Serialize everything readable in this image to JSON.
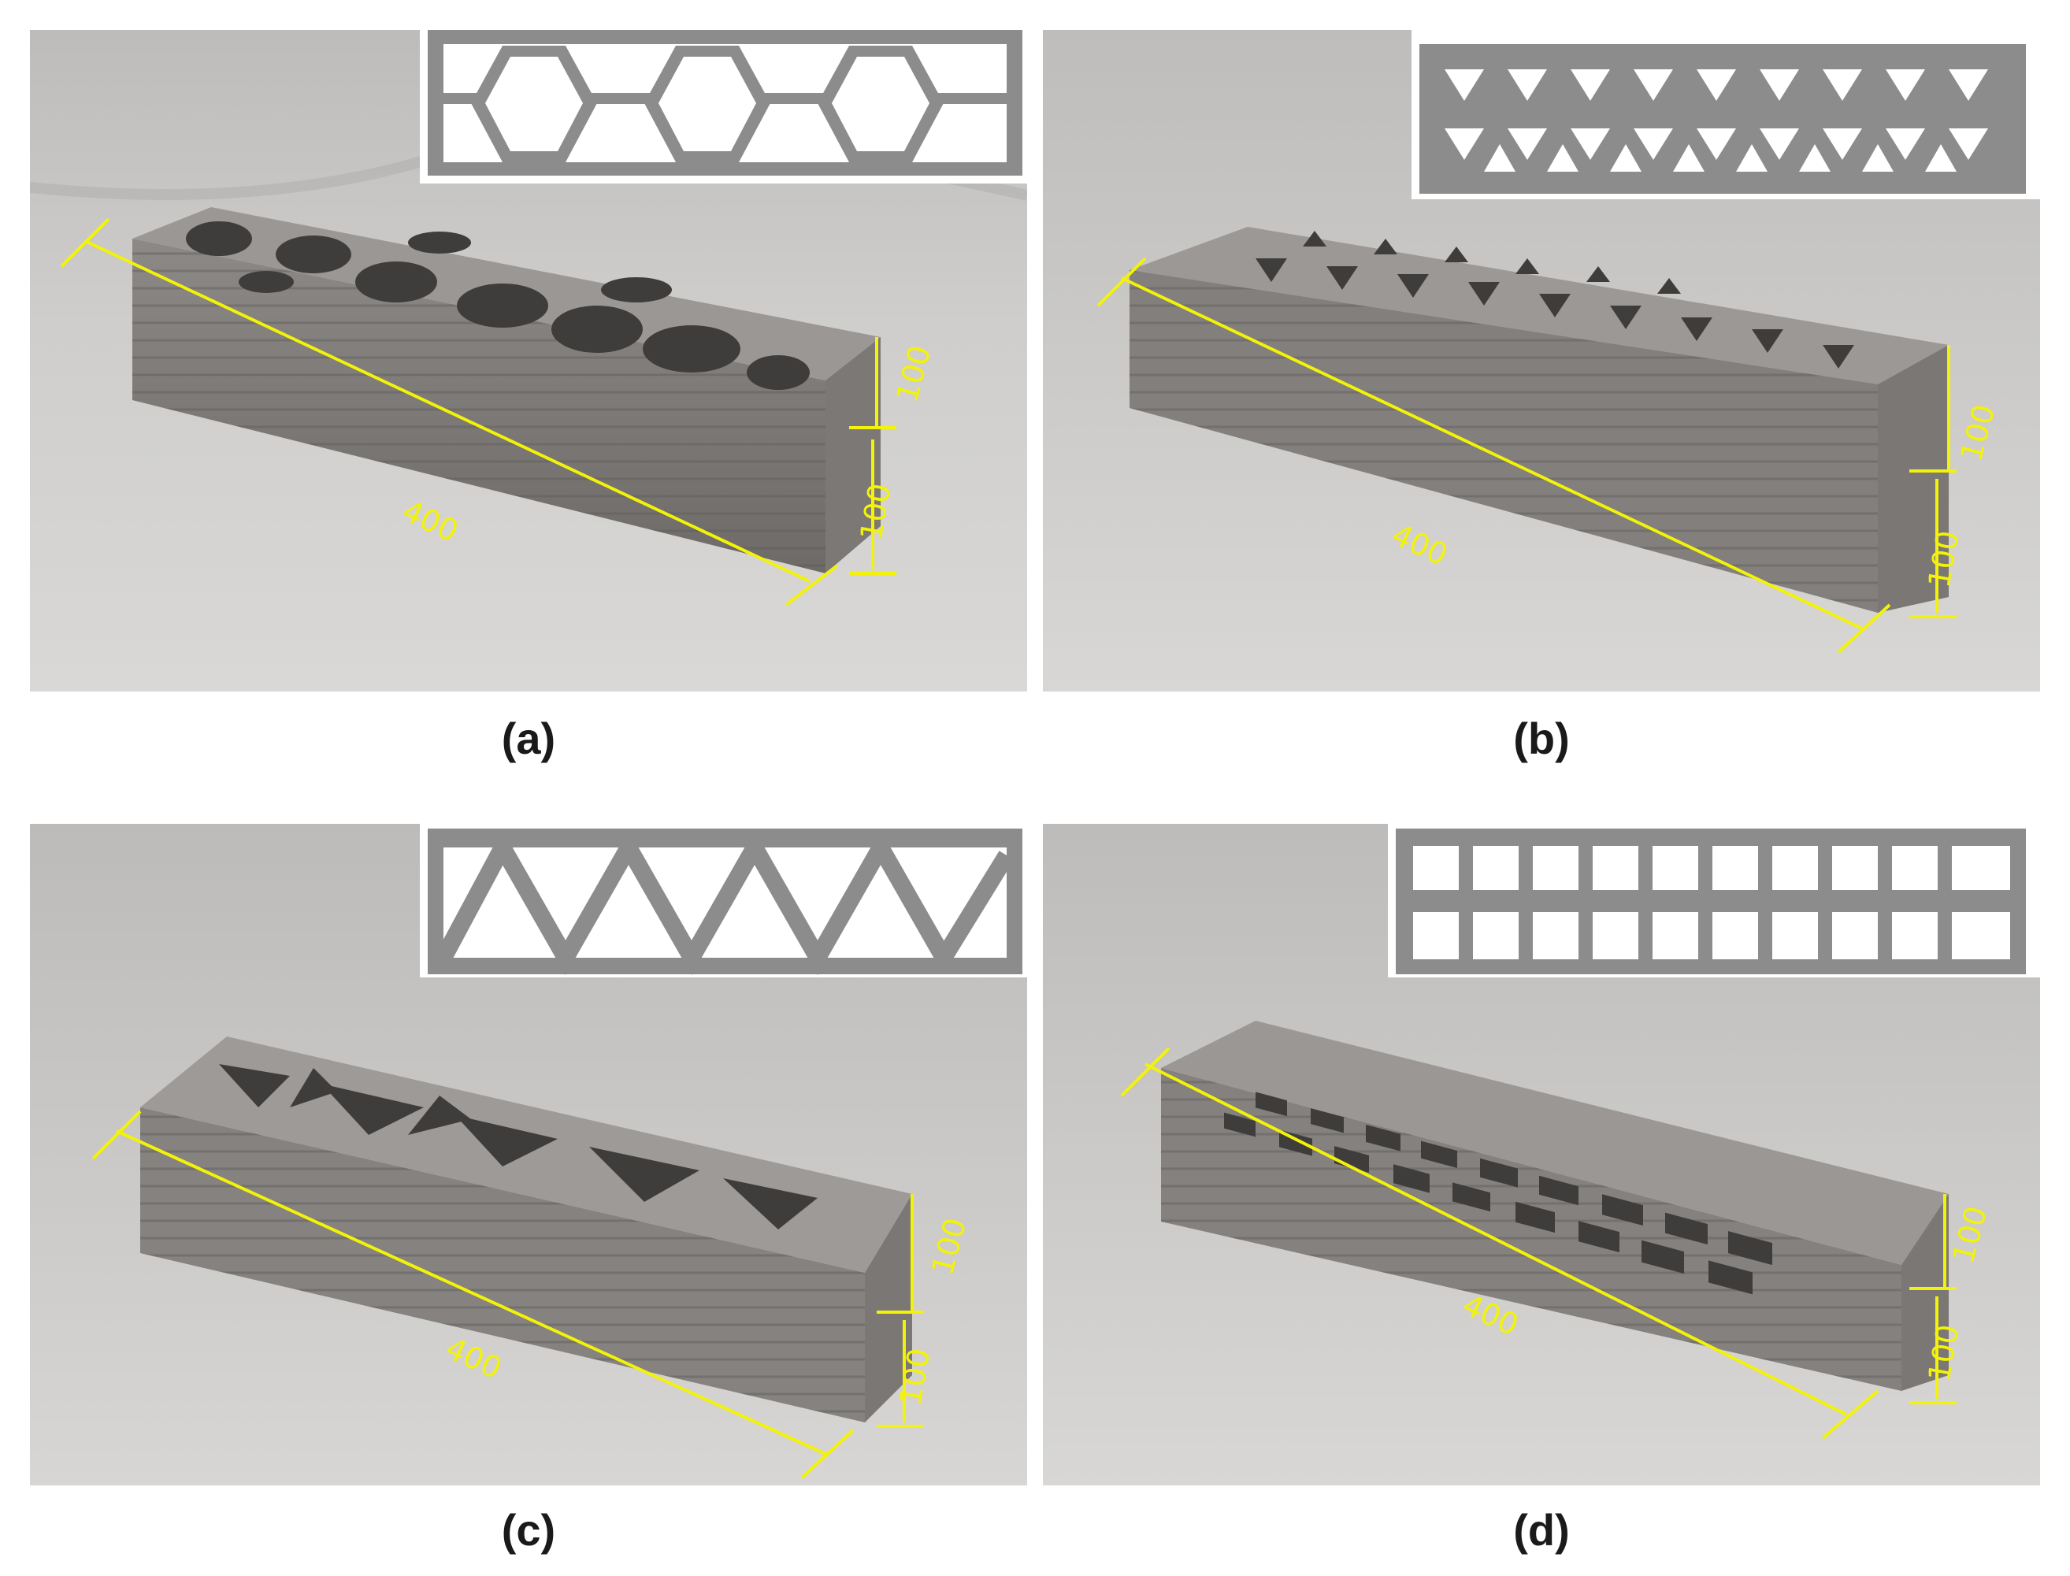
{
  "figure": {
    "panels": [
      {
        "label": "(a)",
        "pattern": "hexagonal cells",
        "dims": {
          "length": "400",
          "width": "100",
          "height": "100"
        }
      },
      {
        "label": "(b)",
        "pattern": "triangular perforations",
        "dims": {
          "length": "400",
          "width": "100",
          "height": "100"
        }
      },
      {
        "label": "(c)",
        "pattern": "triangular truss",
        "dims": {
          "length": "400",
          "width": "100",
          "height": "100"
        }
      },
      {
        "label": "(d)",
        "pattern": "rectangular grid",
        "dims": {
          "length": "400",
          "width": "100",
          "height": "100"
        }
      }
    ],
    "colors": {
      "annotation": "#f2f20a",
      "concrete": "#8a8784",
      "background": "#c9c8c6",
      "inset_frame": "#8c8c8c"
    }
  }
}
